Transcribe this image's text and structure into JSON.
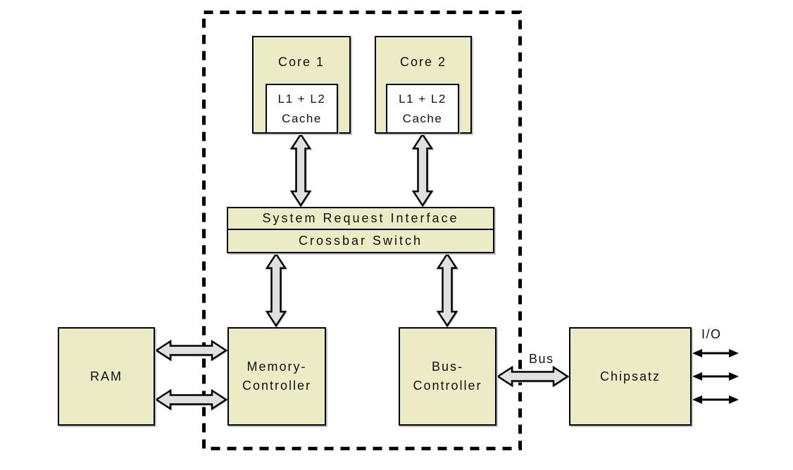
{
  "colors": {
    "block_fill": "#EBEBC6",
    "cache_fill": "#FFFFFF",
    "arrow_fill": "#E0E0E0",
    "line": "#000000",
    "background": "#FFFFFF"
  },
  "blocks": {
    "core1": {
      "label": "Core 1",
      "cache": {
        "line1": "L1 + L2",
        "line2": "Cache"
      }
    },
    "core2": {
      "label": "Core 2",
      "cache": {
        "line1": "L1 + L2",
        "line2": "Cache"
      }
    },
    "system_request_interface": {
      "label": "System Request Interface"
    },
    "crossbar_switch": {
      "label": "Crossbar Switch"
    },
    "ram": {
      "label": "RAM"
    },
    "memory_controller": {
      "line1": "Memory-",
      "line2": "Controller"
    },
    "bus_controller": {
      "line1": "Bus-",
      "line2": "Controller"
    },
    "chipset": {
      "label": "Chipsatz"
    }
  },
  "labels": {
    "bus": "Bus",
    "io": "I/O"
  }
}
